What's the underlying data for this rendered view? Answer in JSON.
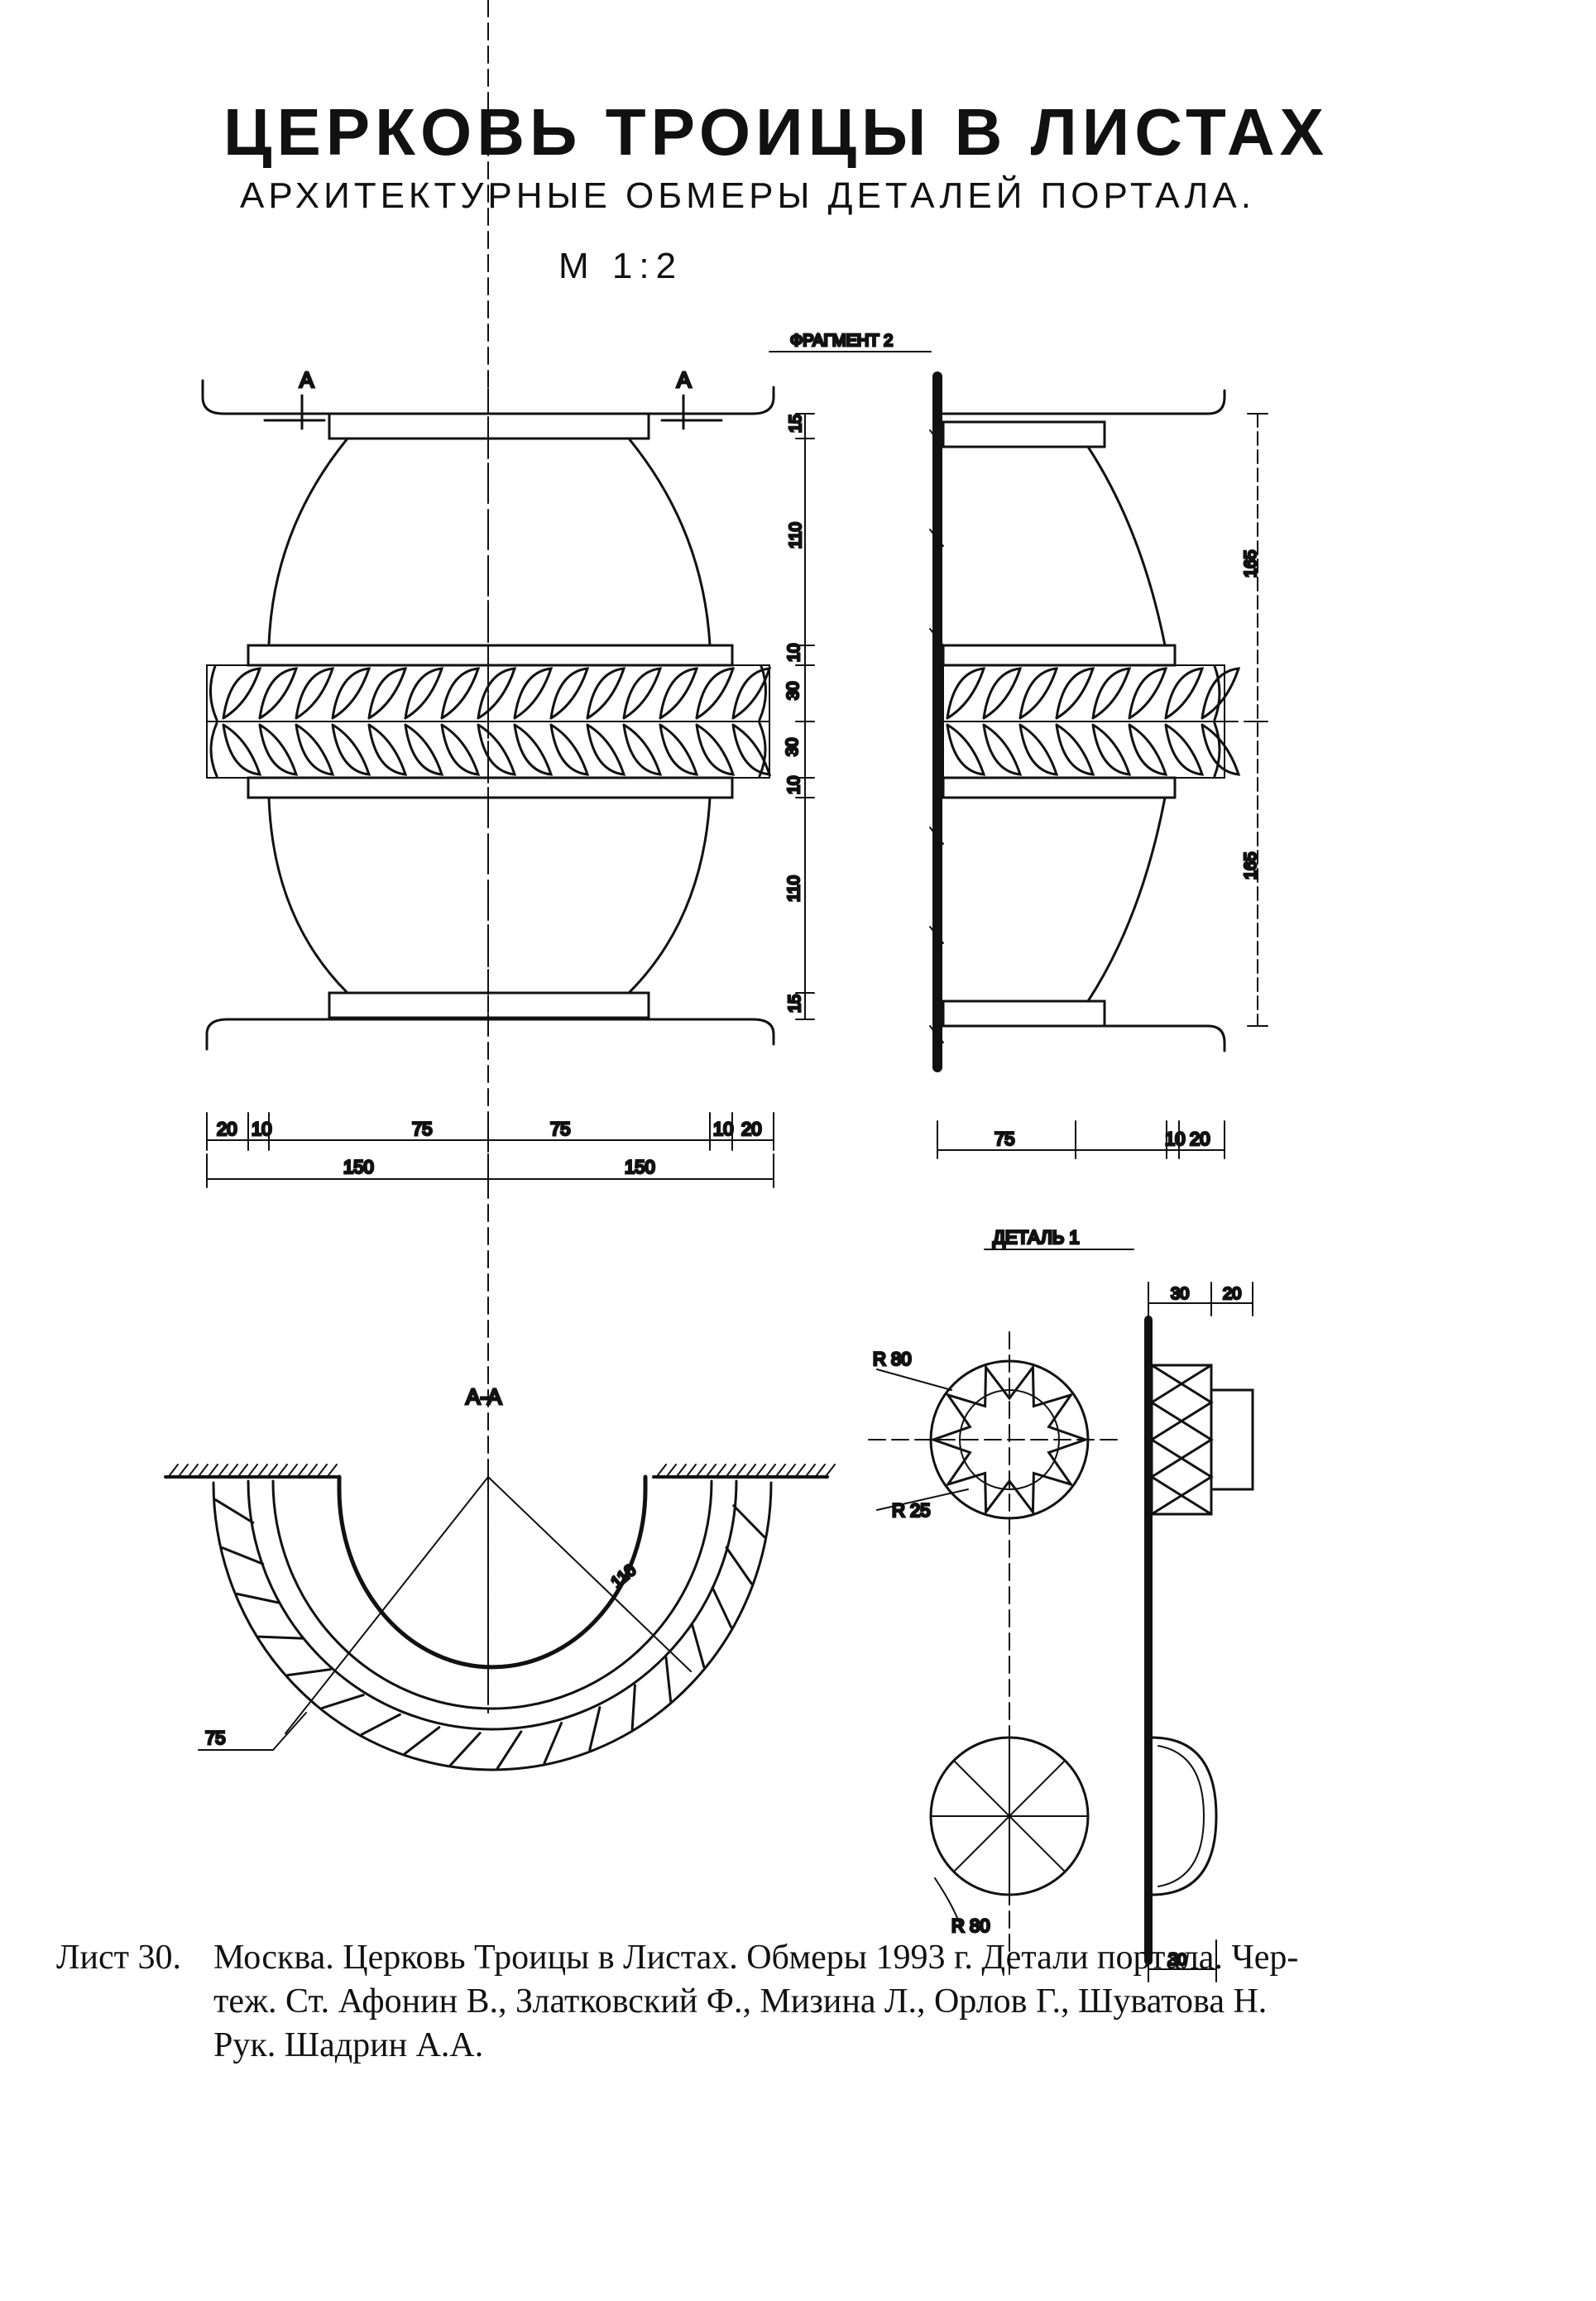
{
  "header": {
    "title": "ЦЕРКОВЬ ТРОИЦЫ В ЛИСТАХ",
    "subtitle": "АРХИТЕКТУРНЫЕ ОБМЕРЫ ДЕТАЛЕЙ ПОРТАЛА.",
    "scale": "М 1:2"
  },
  "drawing": {
    "fragment_label": "ФРАГМЕНТ 2",
    "detail_label": "ДЕТАЛЬ 1",
    "section_label": "А-А",
    "section_mark": "А",
    "front_dims_vertical": [
      "15",
      "110",
      "10",
      "30",
      "30",
      "10",
      "110",
      "15"
    ],
    "front_dims_bottom_row1": [
      "20",
      "10",
      "75",
      "75",
      "10",
      "20"
    ],
    "front_dims_bottom_row2": [
      "150",
      "150"
    ],
    "side_dims_vertical": [
      "165",
      "165"
    ],
    "side_dims_bottom": [
      "75",
      "10",
      "20"
    ],
    "section_radius": "75",
    "section_diag": "110",
    "detail_radius_outer": "R 80",
    "detail_radius_inner": "R 25",
    "detail_dims_top": [
      "30",
      "20"
    ],
    "detail_dim_bottom": "30",
    "rosette_note": "R 80"
  },
  "caption": {
    "number": "Лист 30.",
    "line1": "Москва. Церковь Троицы в Листах. Обмеры 1993 г. Детали портала. Чер-",
    "line2": "теж. Ст. Афонин В., Златковский Ф., Мизина Л., Орлов Г., Шуватова Н.",
    "line3": "Рук. Шадрин А.А."
  }
}
